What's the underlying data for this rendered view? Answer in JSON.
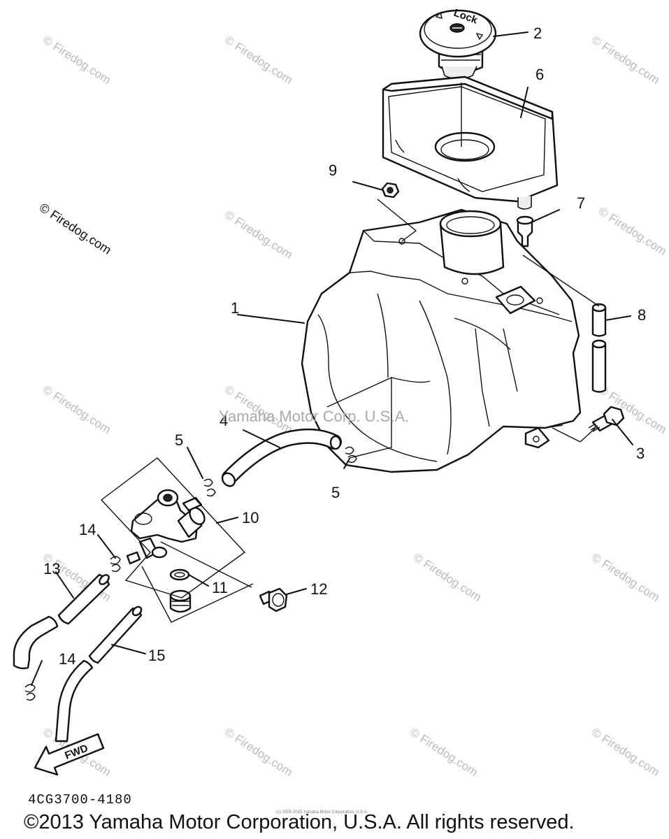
{
  "watermarks": {
    "firedog": "© Firedog.com",
    "yamaha": "Yamaha Motor Corp. U.S.A."
  },
  "callouts": [
    "1",
    "2",
    "3",
    "4",
    "5",
    "5",
    "6",
    "7",
    "8",
    "9",
    "10",
    "11",
    "12",
    "13",
    "14",
    "14",
    "15"
  ],
  "fwd_label": "FWD",
  "cap_lock_text": "Lock",
  "part_code": "4CG3700-4180",
  "tiny_notice": "(c) 2005-2015 Yamaha Motor Corporation, U.S.A.",
  "copyright": "©2013 Yamaha Motor Corporation, U.S.A. All rights reserved."
}
